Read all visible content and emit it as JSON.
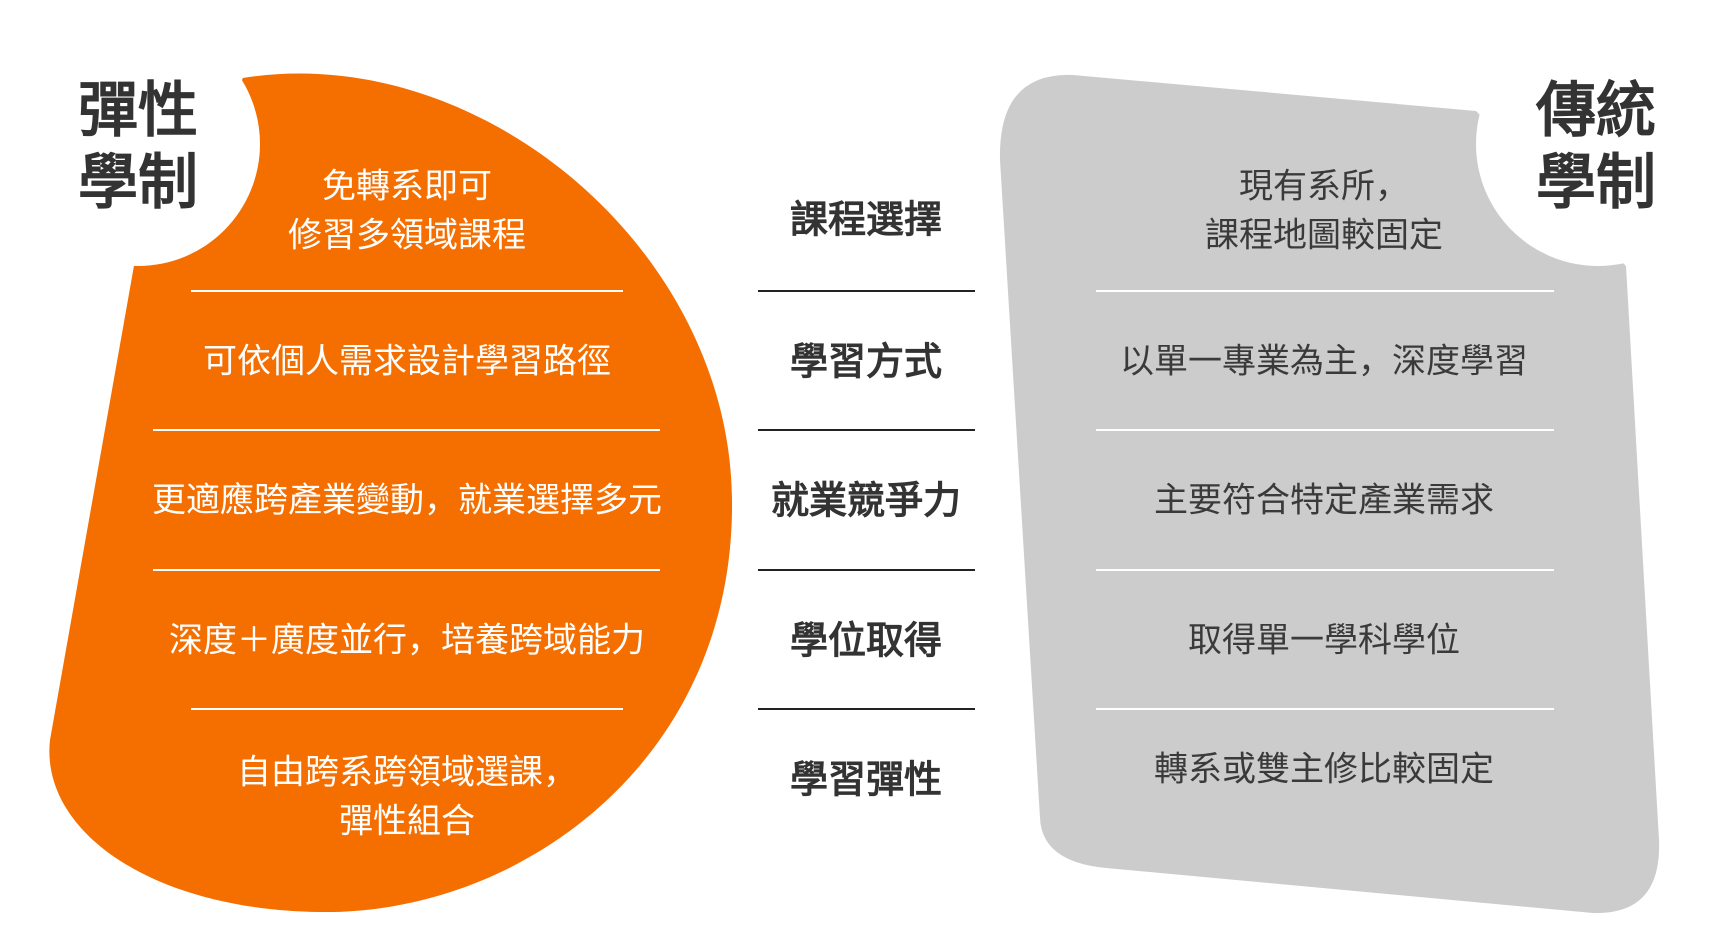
{
  "colors": {
    "flexible": "#f56e00",
    "traditional": "#cccccc",
    "text_dark": "#333333"
  },
  "flexible": {
    "title_line1": "彈性",
    "title_line2": "學制",
    "rows": [
      {
        "line1": "免轉系即可",
        "line2": "修習多領域課程"
      },
      {
        "line1": "可依個人需求設計學習路徑"
      },
      {
        "line1": "更適應跨產業變動，就業選擇多元"
      },
      {
        "line1": "深度＋廣度並行，培養跨域能力"
      },
      {
        "line1": "自由跨系跨領域選課，",
        "line2": "彈性組合"
      }
    ]
  },
  "categories": [
    "課程選擇",
    "學習方式",
    "就業競爭力",
    "學位取得",
    "學習彈性"
  ],
  "traditional": {
    "title_line1": "傳統",
    "title_line2": "學制",
    "rows": [
      {
        "line1": "現有系所，",
        "line2": "課程地圖較固定"
      },
      {
        "line1": "以單一專業為主，深度學習"
      },
      {
        "line1": "主要符合特定產業需求"
      },
      {
        "line1": "取得單一學科學位"
      },
      {
        "line1": "轉系或雙主修比較固定"
      }
    ]
  }
}
